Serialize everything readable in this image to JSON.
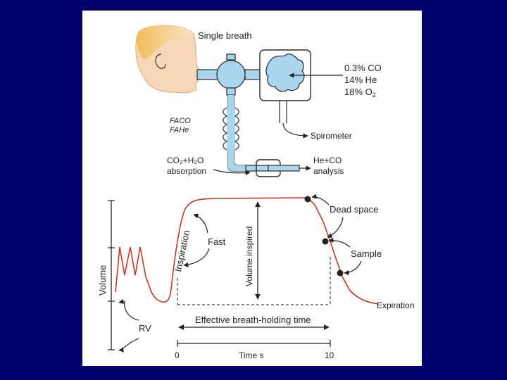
{
  "colors": {
    "background": "#00006b",
    "panel": "#ffffff",
    "apparatus_fill": "#a9d6ec",
    "apparatus_stroke": "#2a2a2a",
    "curve": "#c0392b",
    "skin": "#f6d7b8",
    "hair": "#f2bd5c"
  },
  "icons": [
    "human-head-icon",
    "three-way-valve-icon",
    "bag-in-box-icon",
    "bellows-tube-icon",
    "absorber-canister-icon"
  ],
  "apparatus": {
    "single_breath": "Single breath",
    "gas_co": "0.3% CO",
    "gas_he": "14% He",
    "gas_o2": "18% O",
    "gas_o2_sub": "2",
    "faco": "FACO",
    "fahe": "FAHe",
    "spirometer": "Spirometer",
    "absorption_line1": "CO₂+H₂O",
    "absorption_line2": "absorption",
    "analysis_line1": "He+CO",
    "analysis_line2": "analysis"
  },
  "graph": {
    "y_axis_label": "Volume",
    "rv": "RV",
    "inspiration": "Inspiration",
    "fast": "Fast",
    "volume_inspired": "Volume inspired",
    "dead_space": "Dead space",
    "sample": "Sample",
    "expiration": "Expiration",
    "effective_breath_holding": "Effective breath-holding time",
    "x_axis_label": "Time s",
    "x_tick_start": "0",
    "x_tick_end": "10"
  }
}
